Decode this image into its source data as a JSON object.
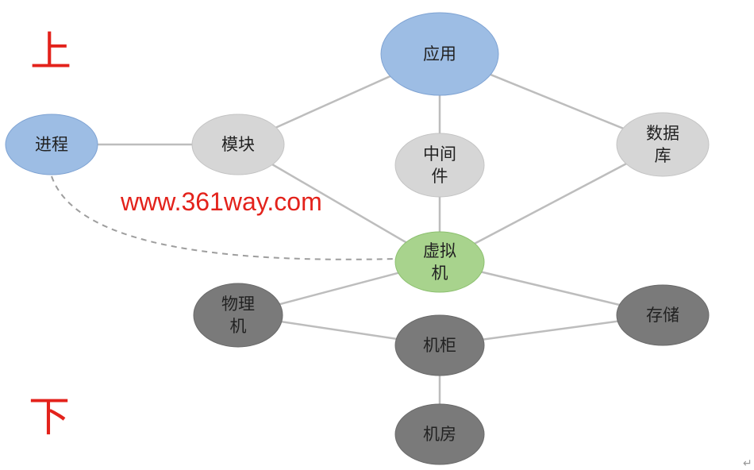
{
  "colors": {
    "blue_node": "#9dbde4",
    "blue_stroke": "#7fa3d3",
    "light_gray_node": "#d6d6d6",
    "light_gray_stroke": "#c4c4c4",
    "green_node": "#a8d38d",
    "green_stroke": "#8cc06f",
    "dark_gray_node": "#7a7a7a",
    "dark_gray_stroke": "#6a6a6a",
    "edge": "#bdbdbd",
    "dashed_edge": "#9e9e9e",
    "red_text": "#e3221b"
  },
  "labels": {
    "top": "上",
    "bottom": "下",
    "watermark": "www.361way.com",
    "corner_mark": "↵"
  },
  "nodes": [
    {
      "id": "app",
      "lines": [
        "应用"
      ],
      "style": "blue"
    },
    {
      "id": "process",
      "lines": [
        "进程"
      ],
      "style": "blue"
    },
    {
      "id": "module",
      "lines": [
        "模块"
      ],
      "style": "light"
    },
    {
      "id": "middleware",
      "lines": [
        "中间",
        "件"
      ],
      "style": "light"
    },
    {
      "id": "database",
      "lines": [
        "数据",
        "库"
      ],
      "style": "light"
    },
    {
      "id": "vm",
      "lines": [
        "虚拟",
        "机"
      ],
      "style": "green"
    },
    {
      "id": "physical",
      "lines": [
        "物理",
        "机"
      ],
      "style": "dark"
    },
    {
      "id": "storage",
      "lines": [
        "存储"
      ],
      "style": "dark"
    },
    {
      "id": "rack",
      "lines": [
        "机柜"
      ],
      "style": "dark"
    },
    {
      "id": "datacenter",
      "lines": [
        "机房"
      ],
      "style": "dark"
    }
  ],
  "edges": [
    {
      "from": "app",
      "to": "module"
    },
    {
      "from": "app",
      "to": "middleware"
    },
    {
      "from": "app",
      "to": "database"
    },
    {
      "from": "process",
      "to": "module"
    },
    {
      "from": "module",
      "to": "vm"
    },
    {
      "from": "middleware",
      "to": "vm"
    },
    {
      "from": "database",
      "to": "vm"
    },
    {
      "from": "process",
      "to": "vm",
      "dashed": true
    },
    {
      "from": "vm",
      "to": "physical"
    },
    {
      "from": "vm",
      "to": "storage"
    },
    {
      "from": "physical",
      "to": "rack"
    },
    {
      "from": "storage",
      "to": "rack"
    },
    {
      "from": "rack",
      "to": "datacenter"
    }
  ]
}
